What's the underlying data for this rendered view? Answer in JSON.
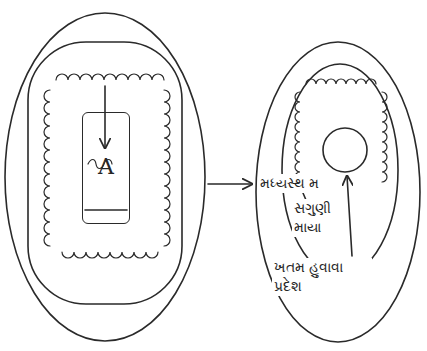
{
  "diagram": {
    "nodes": [
      {
        "text": [
          "A"
        ]
      }
    ],
    "labels": [
      "મધ્યસ્થ મ",
      "સગુણી માયા",
      "ખતમ હુવાવા પ્રદેશ"
    ]
  }
}
